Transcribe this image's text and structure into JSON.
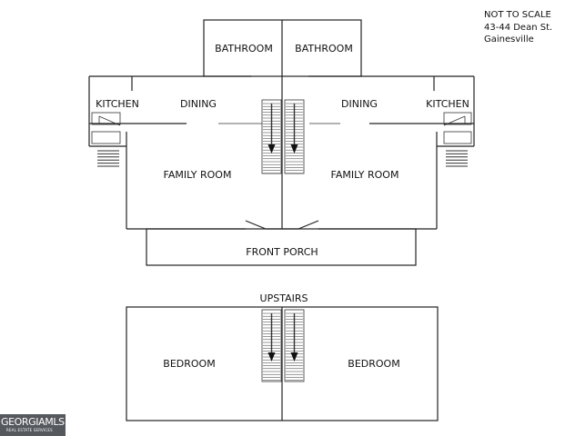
{
  "notes": {
    "scale": "NOT TO SCALE",
    "address_line1": "43-44 Dean St.",
    "address_line2": "Gainesville"
  },
  "rooms": {
    "bathroom_left": "BATHROOM",
    "bathroom_right": "BATHROOM",
    "kitchen_left": "KITCHEN",
    "kitchen_right": "KITCHEN",
    "dining_left": "DINING",
    "dining_right": "DINING",
    "family_left": "FAMILY ROOM",
    "family_right": "FAMILY ROOM",
    "porch": "FRONT PORCH",
    "upstairs": "UPSTAIRS",
    "bedroom_left": "BEDROOM",
    "bedroom_right": "BEDROOM"
  },
  "logo": {
    "name": "GEORGIAMLS",
    "tagline": "REAL ESTATE SERVICES"
  },
  "colors": {
    "line": "#222222",
    "logo_bg": "#55585c"
  }
}
